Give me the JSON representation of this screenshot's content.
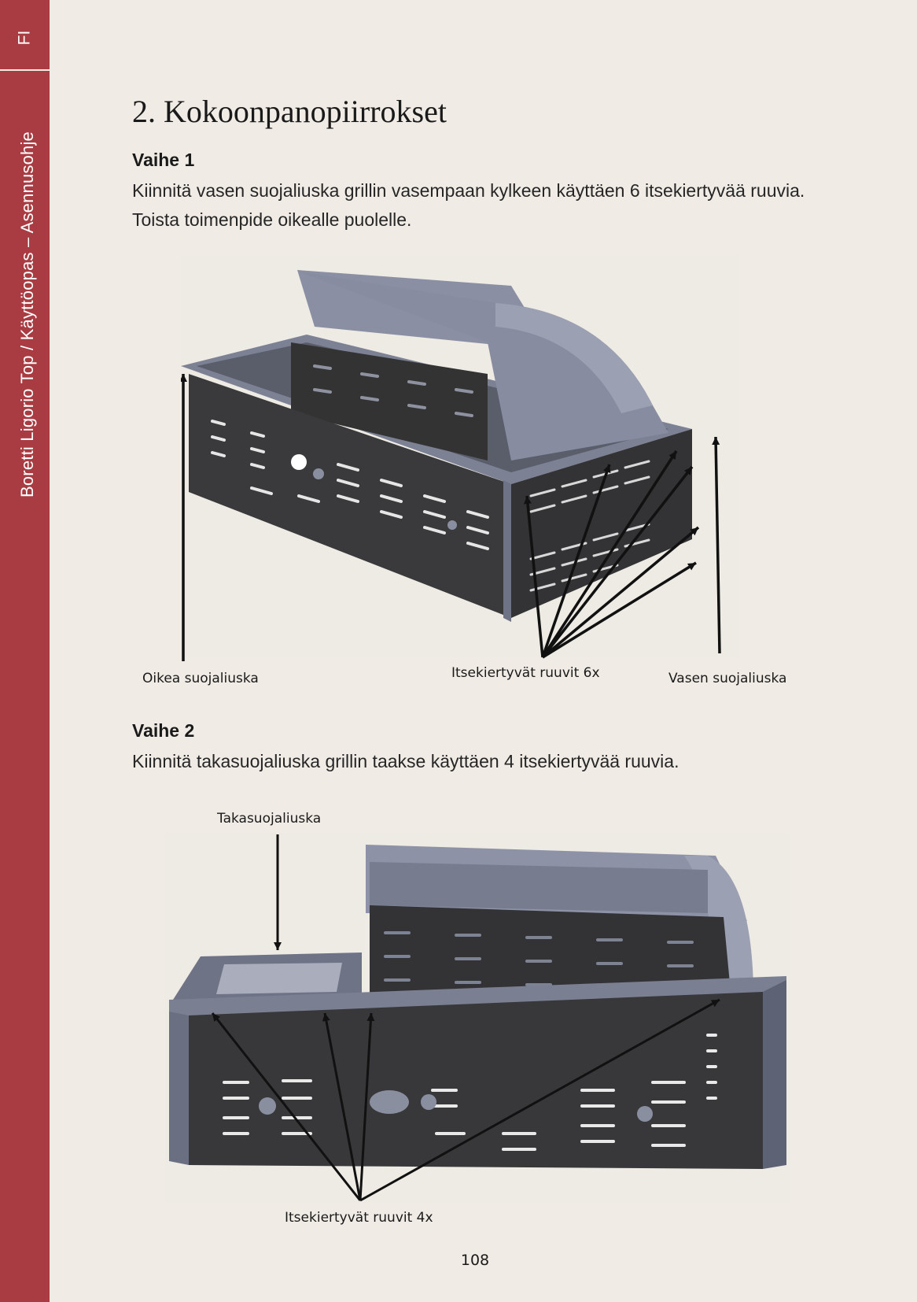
{
  "sidebar": {
    "lang": "FI",
    "doc_title": "Boretti Ligorio Top / Käyttöopas – Asennusohje"
  },
  "heading": "2. Kokoonpanopiirrokset",
  "step1": {
    "title": "Vaihe 1",
    "text_line1": "Kiinnitä vasen suojaliuska grillin vasempaan kylkeen käyttäen 6 itsekiertyvää ruuvia.",
    "text_line2": "Toista toimenpide oikealle puolelle.",
    "labels": {
      "right_shield": "Oikea suojaliuska",
      "screws": "Itsekiertyvät ruuvit 6x",
      "left_shield": "Vasen suojaliuska"
    }
  },
  "step2": {
    "title": "Vaihe 2",
    "text": "Kiinnitä takasuojaliuska grillin taakse käyttäen 4 itsekiertyvää ruuvia.",
    "labels": {
      "back_shield": "Takasuojaliuska",
      "screws": "Itsekiertyvät ruuvit 4x"
    }
  },
  "page_number": "108"
}
